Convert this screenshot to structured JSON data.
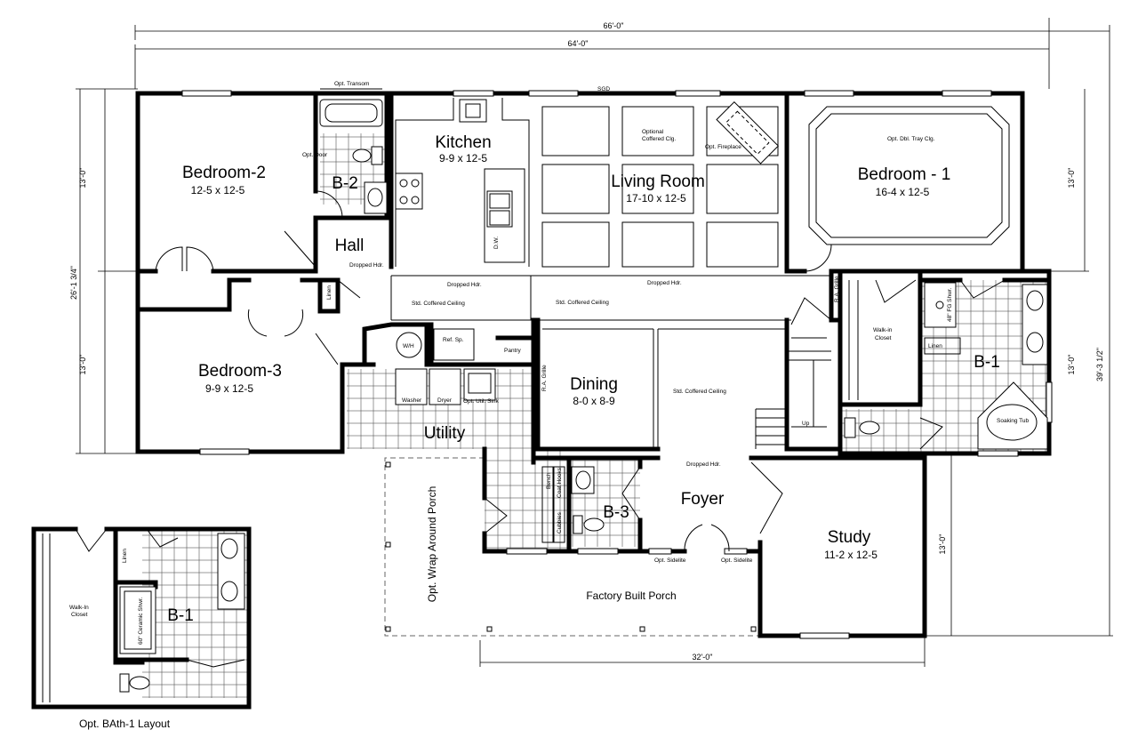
{
  "dimensions": {
    "overall_width": "66'-0\"",
    "main_width": "64'-0\"",
    "left_upper": "13'-0\"",
    "left_lower": "13'-0\"",
    "left_total": "26'-1 3/4\"",
    "right_upper": "13'-0\"",
    "right_lower": "13'-0\"",
    "right_total": "39'-3 1/2\"",
    "study_depth": "13'-0\"",
    "porch_width": "32'-0\""
  },
  "rooms": {
    "bedroom2": {
      "name": "Bedroom-2",
      "size": "12-5 x 12-5"
    },
    "bath2": {
      "name": "B-2"
    },
    "hall": {
      "name": "Hall"
    },
    "kitchen": {
      "name": "Kitchen",
      "size": "9-9 x 12-5"
    },
    "living": {
      "name": "Living Room",
      "size": "17-10 x 12-5"
    },
    "bedroom1": {
      "name": "Bedroom - 1",
      "size": "16-4 x 12-5"
    },
    "bedroom3": {
      "name": "Bedroom-3",
      "size": "9-9 x 12-5"
    },
    "utility": {
      "name": "Utility"
    },
    "dining": {
      "name": "Dining",
      "size": "8-0 x 8-9"
    },
    "bath1": {
      "name": "B-1"
    },
    "bath3": {
      "name": "B-3"
    },
    "foyer": {
      "name": "Foyer"
    },
    "study": {
      "name": "Study",
      "size": "11-2 x 12-5"
    },
    "porch": {
      "name": "Factory Built Porch"
    },
    "wrap_porch": {
      "name": "Opt. Wrap Around Porch"
    }
  },
  "notes": {
    "opt_transom": "Opt. Transom",
    "sgd": "SGD",
    "opt_door": "Opt. Door",
    "optional_coffered": "Optional",
    "coffered_clg": "Coffered Clg.",
    "opt_fireplace": "Opt. Fireplace",
    "opt_tray": "Opt. Dbl. Tray Clg.",
    "dw": "D.W.",
    "dropped_hdr": "Dropped Hdr.",
    "std_coffered": "Std. Coffered Ceiling",
    "linen": "Linen",
    "wh": "W/H",
    "ref_sp": "Ref. Sp.",
    "pantry": "Pantry",
    "washer": "Washer",
    "dryer": "Dryer",
    "util_sink": "Opt. Util. Sink",
    "ra_grille": "R.A. Grille",
    "up": "Up",
    "walk_in": "Walk-in",
    "closet": "Closet",
    "fg_shwr": "48\" FG Shwr.",
    "soaking_tub": "Soaking Tub",
    "bench": "Bench",
    "coat_hooks": "Coat Hooks",
    "cubbies": "Cubbies",
    "opt_sidelite": "Opt. Sidelite",
    "walk_in_inset": "Walk-In",
    "ceramic_shwr": "60\" Ceramic Shwr."
  },
  "inset": {
    "caption": "Opt. BAth-1 Layout",
    "bath_name": "B-1"
  }
}
